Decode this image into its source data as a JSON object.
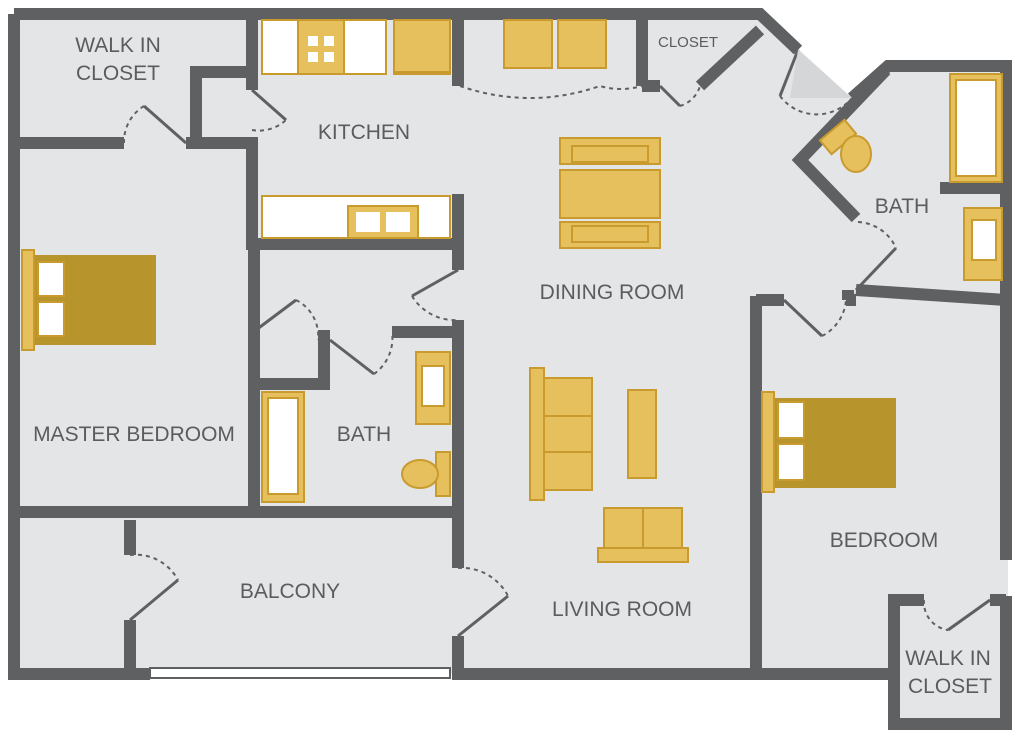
{
  "rooms": {
    "walk_in_closet_left": [
      "WALK IN",
      "CLOSET"
    ],
    "kitchen": "KITCHEN",
    "closet": "CLOSET",
    "dining_room": "DINING ROOM",
    "bath_right": "BATH",
    "master_bedroom": "MASTER BEDROOM",
    "bath_center": "BATH",
    "bedroom": "BEDROOM",
    "balcony": "BALCONY",
    "living_room": "LIVING ROOM",
    "walk_in_closet_right": [
      "WALK IN",
      "CLOSET"
    ]
  },
  "colors": {
    "floor": "#e3e5e6",
    "wall": "#5e6062",
    "furniture": "#e6c05c",
    "furniture_outline": "#c99a2e",
    "bed": "#b8952c",
    "label": "#5a5c5e"
  }
}
